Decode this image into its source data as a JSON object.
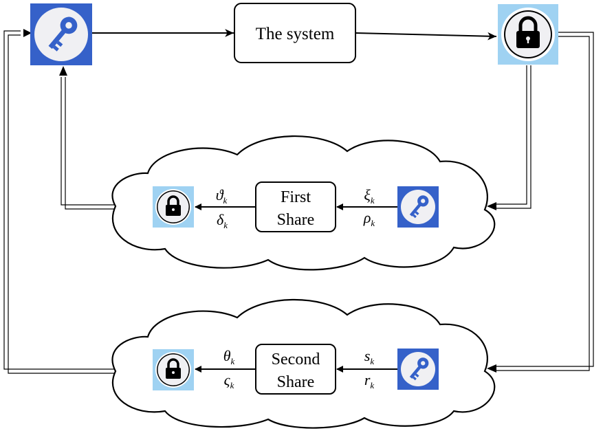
{
  "system_label": "The system",
  "first_share": {
    "line1": "First",
    "line2": "Share",
    "in_top": "ξ",
    "in_bottom": "ρ",
    "out_top": "ϑ",
    "out_bottom": "δ"
  },
  "second_share": {
    "line1": "Second",
    "line2": "Share",
    "in_top": "s",
    "in_bottom": "r",
    "out_top": "θ",
    "out_bottom": "ς"
  },
  "subscript": "k",
  "icons": {
    "key_icon": "key-icon",
    "lock_icon": "lock-icon",
    "dark_blue": "#3561c9",
    "light_blue": "#9fd2f2",
    "icon_fill": "#f0f0f3"
  }
}
